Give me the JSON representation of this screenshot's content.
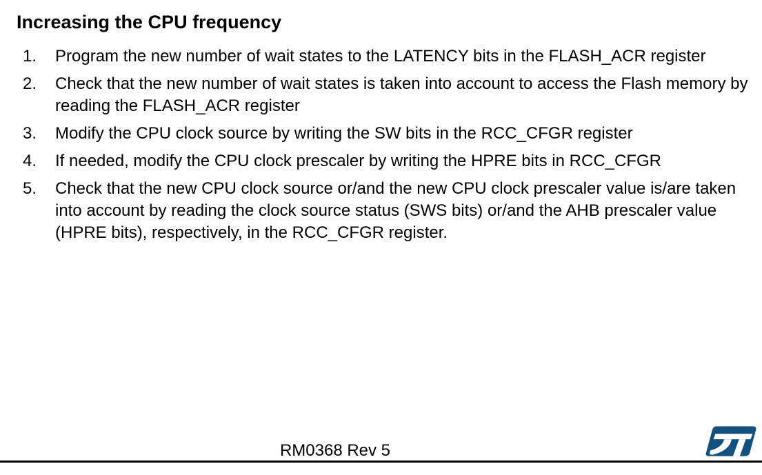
{
  "page": {
    "title": "Increasing the CPU frequency",
    "steps": [
      {
        "number": "1.",
        "text": "Program the new number of wait states to the LATENCY bits in the FLASH_ACR register"
      },
      {
        "number": "2.",
        "text": "Check that the new number of wait states is taken into account to access the Flash memory by reading the FLASH_ACR register"
      },
      {
        "number": "3.",
        "text": "Modify the CPU clock source by writing the SW bits in the RCC_CFGR register"
      },
      {
        "number": "4.",
        "text": "If needed, modify the CPU clock prescaler by writing the HPRE bits in RCC_CFGR"
      },
      {
        "number": "5.",
        "text": "Check that the new CPU clock source or/and the new CPU clock prescaler value is/are taken into account by reading the clock source status (SWS bits) or/and the AHB prescaler value (HPRE bits), respectively, in the RCC_CFGR register."
      }
    ]
  },
  "footer": {
    "doc_ref": "RM0368 Rev 5"
  },
  "logo": {
    "name": "STMicroelectronics logo",
    "color": "#11507f",
    "glyph_color": "#ffffff"
  }
}
